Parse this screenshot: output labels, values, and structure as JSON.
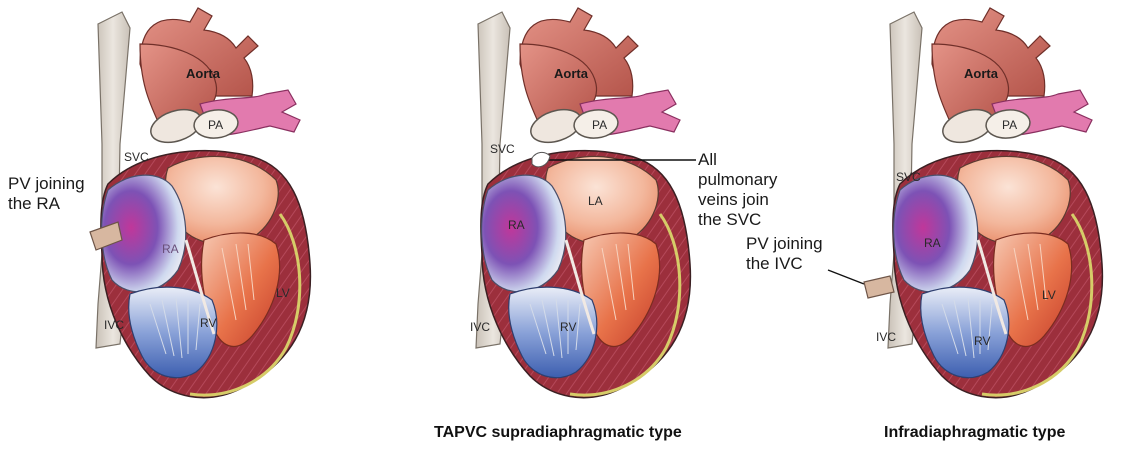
{
  "panels": [
    {
      "labels": {
        "aorta": "Aorta",
        "pa": "PA",
        "svc": "SVC",
        "ra": "RA",
        "lv": "LV",
        "rv": "RV",
        "ivc": "IVC"
      },
      "annotation": {
        "line1": "PV joining",
        "line2": "the RA"
      },
      "caption": ""
    },
    {
      "labels": {
        "aorta": "Aorta",
        "pa": "PA",
        "svc": "SVC",
        "ra": "RA",
        "la": "LA",
        "rv": "RV",
        "ivc": "IVC"
      },
      "annotation": {
        "line1": "All pulmonary",
        "line2": "veins join",
        "line3": "the SVC"
      },
      "caption": "TAPVC supradiaphragmatic type"
    },
    {
      "labels": {
        "aorta": "Aorta",
        "pa": "PA",
        "svc": "SVC",
        "ra": "RA",
        "lv": "LV",
        "rv": "RV",
        "ivc": "IVC"
      },
      "annotation": {
        "line1": "PV joining",
        "line2": "the IVC"
      },
      "caption": "Infradiaphragmatic type"
    }
  ],
  "colors": {
    "vein": "#d9d2c9",
    "aorta": "#c9665a",
    "pa_branch": "#d86aa0",
    "myocardium": "#9c2f3c",
    "atrium_blue": "#3d63b8",
    "atrium_magenta": "#c0379a",
    "ventricle_orange": "#e8734a"
  }
}
